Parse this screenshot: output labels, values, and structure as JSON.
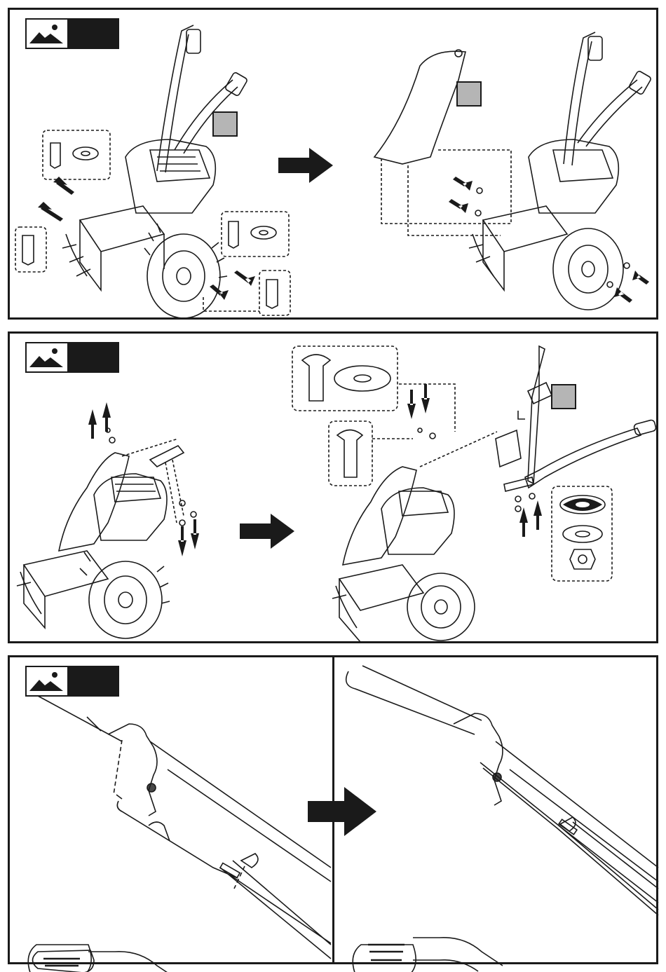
{
  "colors": {
    "line": "#1a1a1a",
    "badge_bg": "#1a1a1a",
    "marker_gray": "#b5b5b5",
    "paper": "#ffffff"
  },
  "panels": [
    {
      "step_icon": "image-placeholder-icon",
      "step_number": "",
      "scene": "remove-bolts-then-fit-cover"
    },
    {
      "step_icon": "image-placeholder-icon",
      "step_number": "",
      "scene": "fit-handlebar-bracket"
    },
    {
      "step_icon": "image-placeholder-icon",
      "step_number": "",
      "scene": "attach-throttle-cable"
    }
  ]
}
